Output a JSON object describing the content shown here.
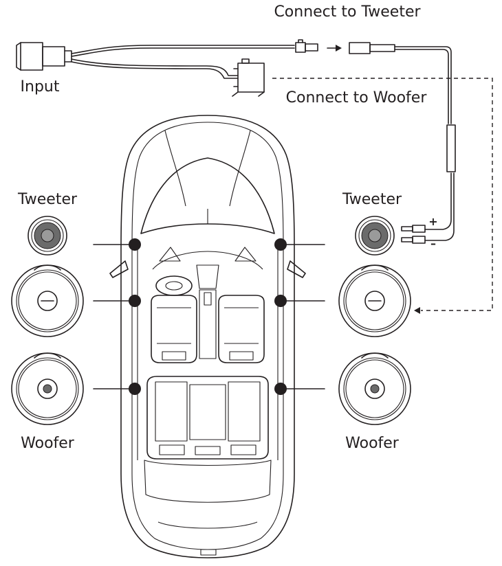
{
  "labels": {
    "connect_tweeter": "Connect to Tweeter",
    "connect_woofer": "Connect to Woofer",
    "input": "Input",
    "tweeter_left": "Tweeter",
    "tweeter_right": "Tweeter",
    "woofer_left": "Woofer",
    "woofer_right": "Woofer",
    "plus": "+",
    "minus": "–"
  },
  "colors": {
    "line": "#231f20",
    "background": "#ffffff"
  }
}
